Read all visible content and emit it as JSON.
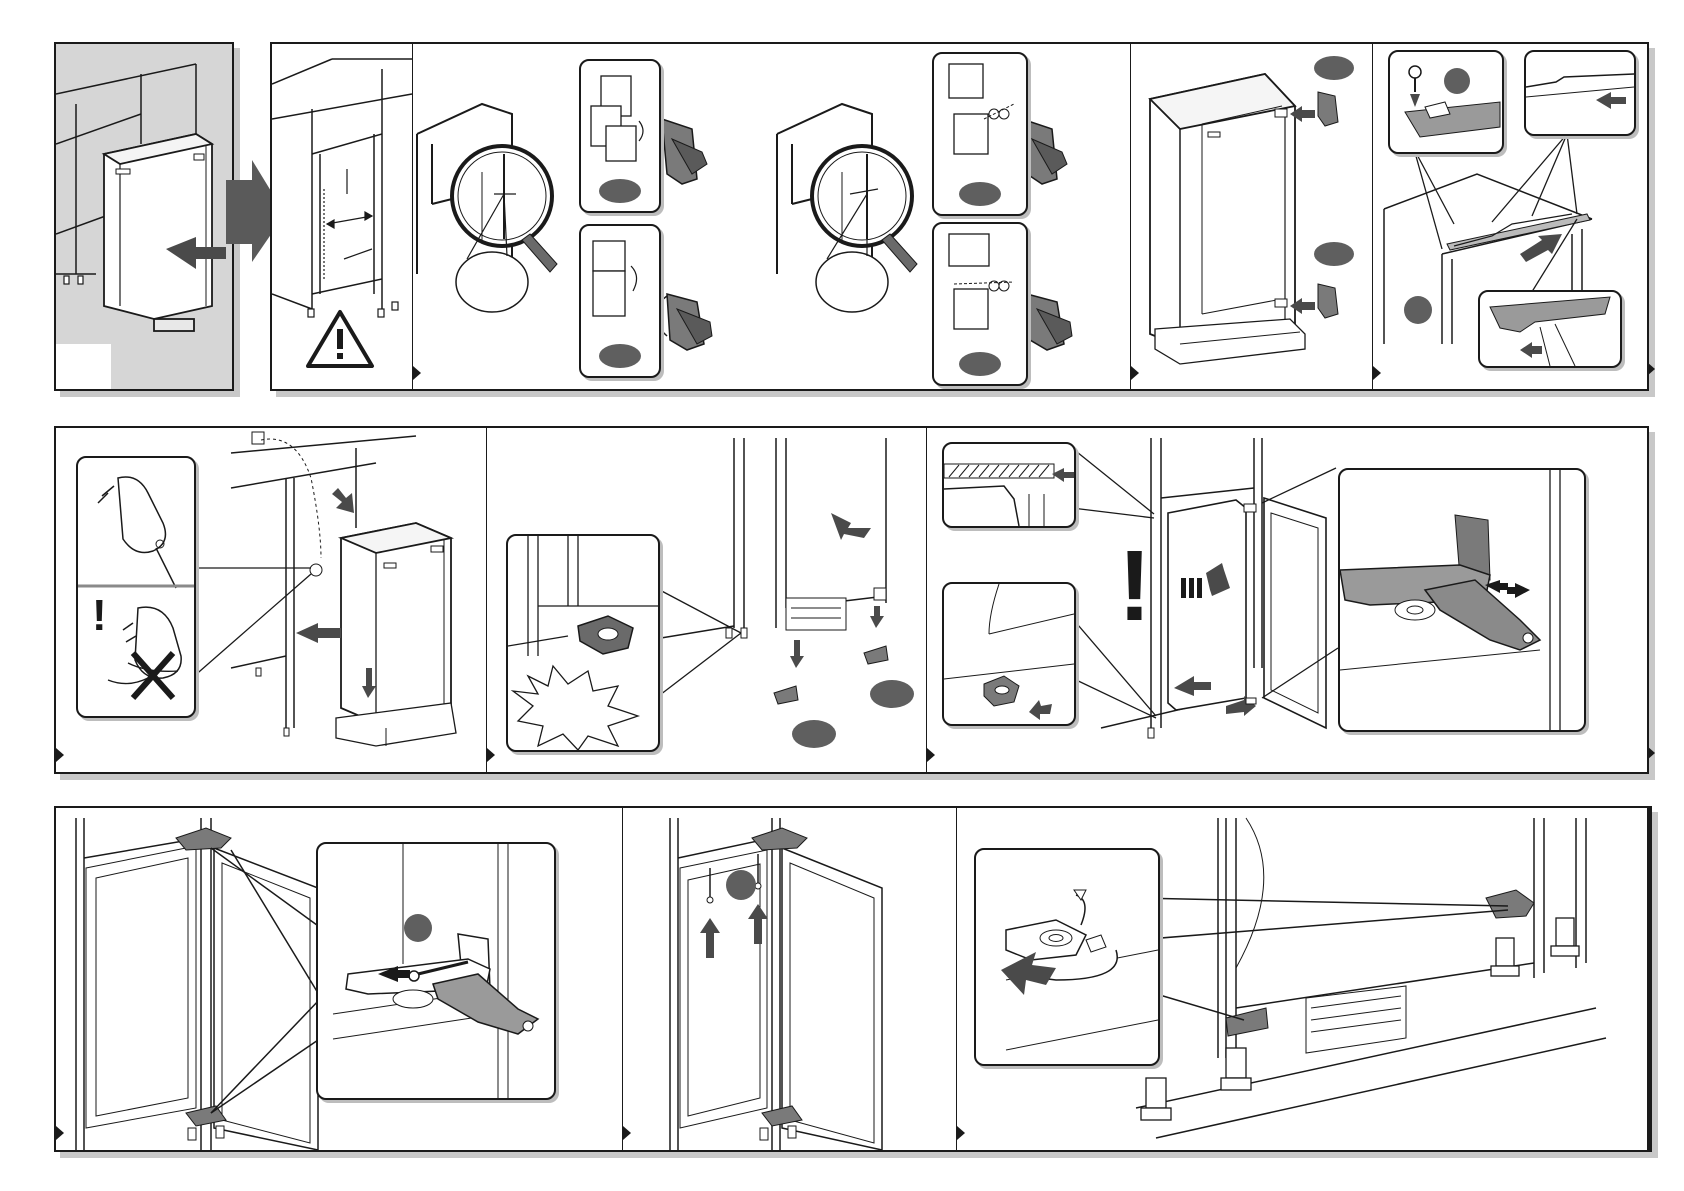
{
  "document": {
    "rows": [
      {
        "panels": [
          "panel-1-intro",
          "panel-2-cabinet-warning",
          "panel-3-mounting-brackets",
          "panel-4-appliance-fittings",
          "panel-5-top-fixing"
        ]
      },
      {
        "panels": [
          "panel-6-power-plug",
          "panel-7-base-fixing",
          "panel-8-door-hinge-alignment"
        ]
      },
      {
        "panels": [
          "panel-9-hinge-screw",
          "panel-10-top-screws",
          "panel-11-bottom-hinge-fixing"
        ]
      }
    ],
    "symbols": {
      "warning_glyph": "!",
      "exclamation_glyph": "!"
    },
    "colors": {
      "line": "#1a1a1a",
      "badge": "#5f5f5f",
      "background_panel_1": "#d6d6d6",
      "shadow": "#c8c8c8"
    }
  }
}
